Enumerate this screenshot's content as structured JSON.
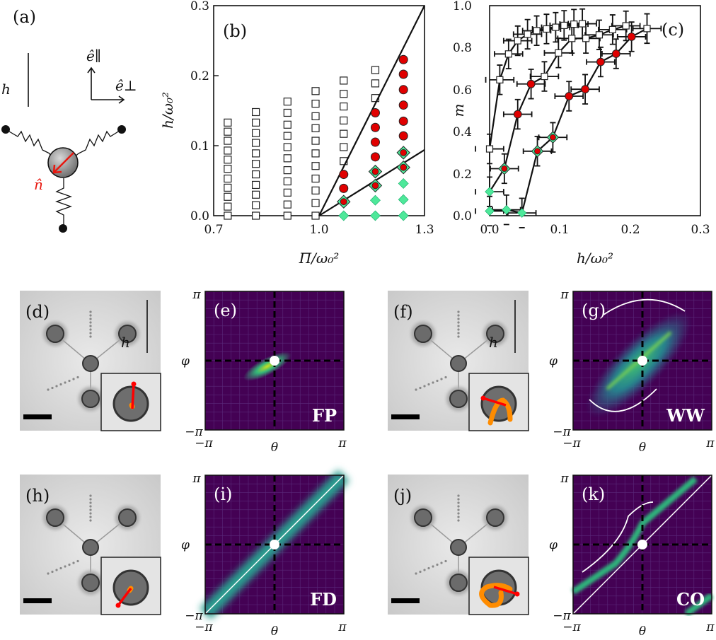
{
  "panel_labels": {
    "a": "(a)",
    "b": "(b)",
    "c": "(c)",
    "d": "(d)",
    "e": "(e)",
    "f": "(f)",
    "g": "(g)",
    "h": "(h)",
    "i": "(i)",
    "j": "(j)",
    "k": "(k)"
  },
  "panel_a": {
    "field_label": "h",
    "e_parallel": "ê∥",
    "e_perp": "ê⊥",
    "n_hat": "n̂",
    "n_color": "#e8170f"
  },
  "colors": {
    "square_fill": "#ffffff",
    "circle_fill": "#e00000",
    "diamond_fill": "#4ee89a",
    "heatmap_bg": "#440154",
    "heatmap_mid": "#21918c",
    "heatmap_hi": "#b5de2b"
  },
  "chart_data": [
    {
      "panel": "b",
      "type": "scatter",
      "xlabel": "Π/ω₀²",
      "ylabel": "h/ω₀²",
      "xlim": [
        0.7,
        1.3
      ],
      "ylim": [
        0,
        0.3
      ],
      "xticks": [
        "0.7",
        "1.0",
        "1.3"
      ],
      "yticks": [
        "0.0",
        "0.1",
        "0.2",
        "0.3"
      ],
      "columns": [
        {
          "x": 0.74,
          "squares": [
            0,
            0.013,
            0.027,
            0.04,
            0.053,
            0.067,
            0.08,
            0.093,
            0.107,
            0.12,
            0.133
          ],
          "circles": [],
          "diamond_circles": [],
          "diamonds": []
        },
        {
          "x": 0.82,
          "squares": [
            0,
            0.015,
            0.03,
            0.044,
            0.059,
            0.074,
            0.089,
            0.104,
            0.118,
            0.133,
            0.148
          ],
          "circles": [],
          "diamond_circles": [],
          "diamonds": []
        },
        {
          "x": 0.91,
          "squares": [
            0,
            0.016,
            0.033,
            0.049,
            0.065,
            0.082,
            0.098,
            0.114,
            0.13,
            0.147,
            0.163
          ],
          "circles": [],
          "diamond_circles": [],
          "diamonds": []
        },
        {
          "x": 0.99,
          "squares": [
            0,
            0.018,
            0.036,
            0.053,
            0.071,
            0.089,
            0.107,
            0.125,
            0.142,
            0.16,
            0.178
          ],
          "circles": [],
          "diamond_circles": [],
          "diamonds": []
        },
        {
          "x": 1.07,
          "squares": [
            0.078,
            0.098,
            0.117,
            0.136,
            0.156,
            0.174,
            0.193
          ],
          "circles": [
            0.039,
            0.059
          ],
          "diamond_circles": [
            0.02
          ],
          "diamonds": [
            0
          ]
        },
        {
          "x": 1.16,
          "squares": [
            0.168,
            0.189,
            0.208
          ],
          "circles": [
            0.084,
            0.105,
            0.126,
            0.147
          ],
          "diamond_circles": [
            0.043,
            0.063
          ],
          "diamonds": [
            0,
            0.022
          ]
        },
        {
          "x": 1.24,
          "squares": [],
          "circles": [
            0.114,
            0.135,
            0.158,
            0.18,
            0.202,
            0.223
          ],
          "diamond_circles": [
            0.069,
            0.09
          ],
          "diamonds": [
            0,
            0.023,
            0.046
          ]
        }
      ],
      "lines": [
        {
          "x": [
            1.0,
            1.3
          ],
          "y": [
            0,
            0.3
          ]
        },
        {
          "x": [
            1.0,
            1.3
          ],
          "y": [
            0,
            0.094
          ]
        }
      ]
    },
    {
      "panel": "c",
      "type": "line",
      "xlabel": "h/ω₀²",
      "ylabel": "m",
      "xlim": [
        0,
        0.3
      ],
      "ylim": [
        0,
        1.0
      ],
      "xticks": [
        "0.0",
        "0.1",
        "0.2",
        "0.3"
      ],
      "yticks": [
        "0.0",
        "0.2",
        "0.4",
        "0.6",
        "0.8",
        "1.0"
      ],
      "xerr": 0.02,
      "yerr": 0.07,
      "series": [
        {
          "points": [
            [
              0,
              0.318,
              "square"
            ],
            [
              0.0145,
              0.647,
              "square"
            ],
            [
              0.027,
              0.77,
              "square"
            ],
            [
              0.04,
              0.833,
              "square"
            ],
            [
              0.054,
              0.864,
              "square"
            ],
            [
              0.067,
              0.881,
              "square"
            ],
            [
              0.081,
              0.889,
              "square"
            ],
            [
              0.094,
              0.897,
              "square"
            ],
            [
              0.106,
              0.906,
              "square"
            ],
            [
              0.12,
              0.912,
              "square"
            ],
            [
              0.132,
              0.914,
              "square"
            ]
          ]
        },
        {
          "points": [
            [
              0,
              0.114,
              "diamond"
            ],
            [
              0.021,
              0.224,
              "diamond_circle"
            ],
            [
              0.04,
              0.483,
              "circle"
            ],
            [
              0.059,
              0.627,
              "circle"
            ],
            [
              0.078,
              0.663,
              "square"
            ],
            [
              0.098,
              0.775,
              "square"
            ],
            [
              0.117,
              0.844,
              "square"
            ],
            [
              0.137,
              0.844,
              "square"
            ],
            [
              0.156,
              0.861,
              "square"
            ],
            [
              0.175,
              0.886,
              "square"
            ],
            [
              0.194,
              0.904,
              "square"
            ]
          ]
        },
        {
          "points": [
            [
              0,
              0.022,
              "diamond"
            ],
            [
              0.024,
              0.028,
              "diamond"
            ],
            [
              0.046,
              0.013,
              "diamond"
            ],
            [
              0.068,
              0.307,
              "diamond_circle"
            ],
            [
              0.09,
              0.373,
              "diamond_circle"
            ],
            [
              0.113,
              0.569,
              "circle"
            ],
            [
              0.136,
              0.602,
              "circle"
            ],
            [
              0.158,
              0.732,
              "circle"
            ],
            [
              0.18,
              0.771,
              "circle"
            ],
            [
              0.202,
              0.852,
              "circle"
            ],
            [
              0.224,
              0.891,
              "square"
            ]
          ]
        }
      ]
    }
  ],
  "bottom_panels": [
    {
      "photo": "d",
      "heat": "e",
      "regime": "FP",
      "show_h": true,
      "h_label": "h"
    },
    {
      "photo": "f",
      "heat": "g",
      "regime": "WW",
      "show_h": true,
      "h_label": "h"
    },
    {
      "photo": "h",
      "heat": "i",
      "regime": "FD",
      "show_h": false
    },
    {
      "photo": "j",
      "heat": "k",
      "regime": "CO",
      "show_h": false
    }
  ],
  "heat_axes": {
    "xlabel": "θ",
    "ylabel": "φ",
    "min": "−π",
    "max": "π"
  }
}
